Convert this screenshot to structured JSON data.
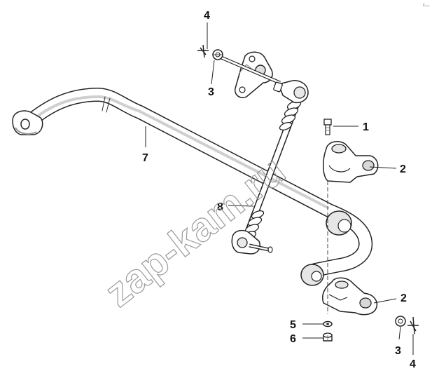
{
  "diagram": {
    "watermark": "zap-kam.ru",
    "corner_mark": "²—",
    "callouts": {
      "c1": "1",
      "c2a": "2",
      "c2b": "2",
      "c3a": "3",
      "c3b": "3",
      "c4a": "4",
      "c4b": "4",
      "c5": "5",
      "c6": "6",
      "c7": "7",
      "c8": "8"
    }
  }
}
